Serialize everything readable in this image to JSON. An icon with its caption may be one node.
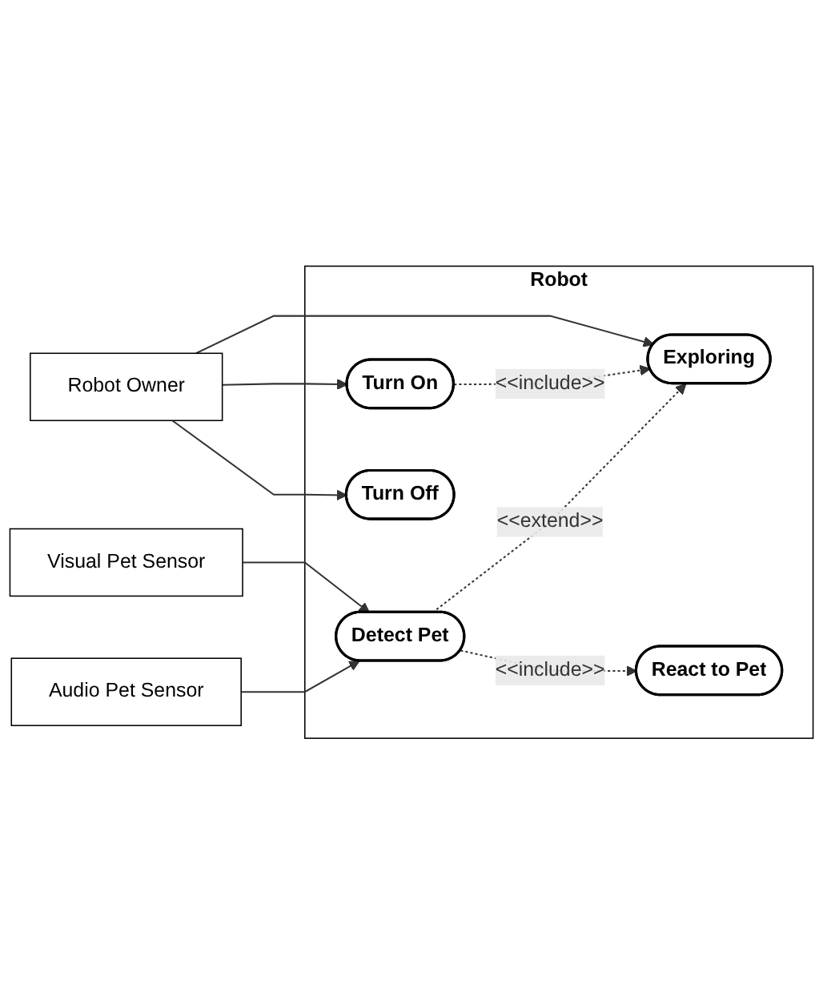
{
  "diagram": {
    "nodes": [
      {
        "text": [
          "Robot"
        ]
      },
      {
        "text": [
          "Turn On"
        ],
        "in": 0
      },
      {
        "text": [
          "Exploring"
        ],
        "in": 0
      },
      {
        "text": [
          "Detect Pet"
        ],
        "in": 0
      },
      {
        "text": [
          "React to Pet"
        ],
        "in": 0
      },
      {
        "text": [
          "Turn Off"
        ],
        "in": 0
      },
      {
        "text": [
          "Robot Owner"
        ]
      },
      {
        "text": [
          "Visual Pet Sensor"
        ]
      },
      {
        "text": [
          "Audio Pet Sensor"
        ]
      }
    ],
    "edges": [
      {
        "from": 6,
        "to": 1,
        "arrow": "to"
      },
      {
        "from": 6,
        "to": 2,
        "arrow": "to"
      },
      {
        "from": 6,
        "to": 5,
        "arrow": "to"
      },
      {
        "from": 1,
        "to": 2,
        "arrow": "to",
        "label": "<<include>>",
        "style": "dashed"
      },
      {
        "from": 3,
        "to": 2,
        "arrow": "to",
        "label": "<<extend>>",
        "style": "dashed"
      },
      {
        "from": 7,
        "to": 3,
        "arrow": "to"
      },
      {
        "from": 8,
        "to": 3,
        "arrow": "to"
      },
      {
        "from": 3,
        "to": 4,
        "arrow": "to",
        "label": "<<include>>",
        "style": "dashed"
      }
    ]
  }
}
